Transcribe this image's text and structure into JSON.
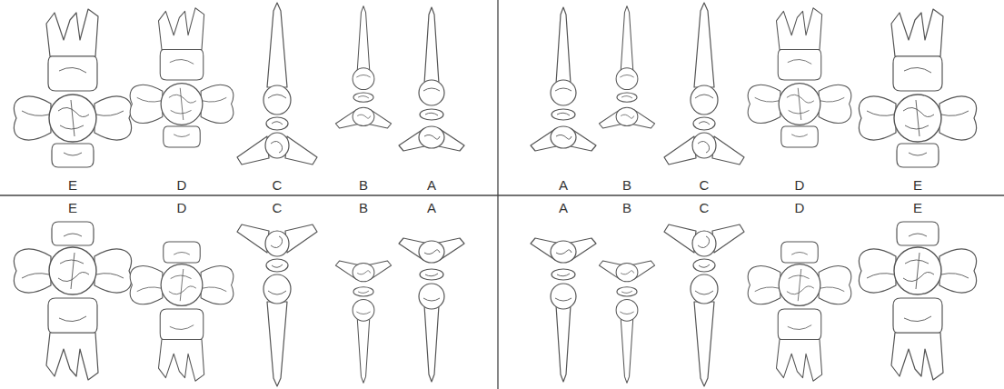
{
  "diagram": {
    "labels": [
      "E",
      "D",
      "C",
      "B",
      "A",
      "A",
      "B",
      "C",
      "D",
      "E",
      "E",
      "D",
      "C",
      "B",
      "A",
      "A",
      "B",
      "C",
      "D",
      "E"
    ]
  }
}
